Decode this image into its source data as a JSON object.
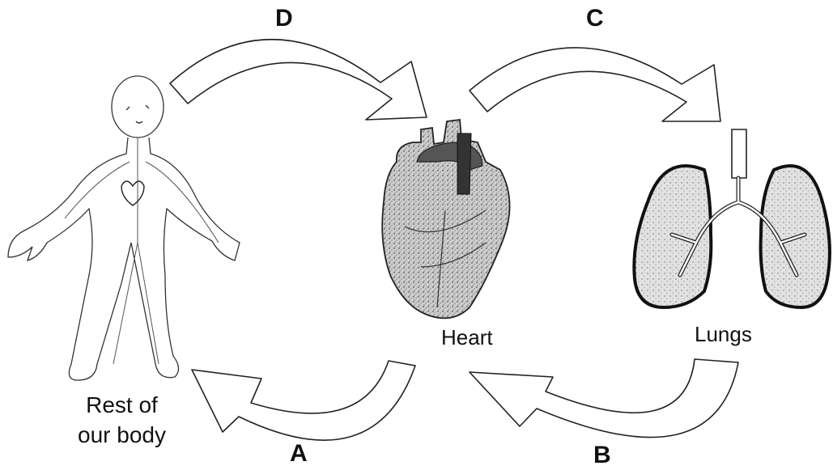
{
  "arrows": {
    "d": "D",
    "c": "C",
    "a": "A",
    "b": "B"
  },
  "organs": {
    "heart": "Heart",
    "lungs": "Lungs",
    "body_line1": "Rest of",
    "body_line2": "our body"
  }
}
